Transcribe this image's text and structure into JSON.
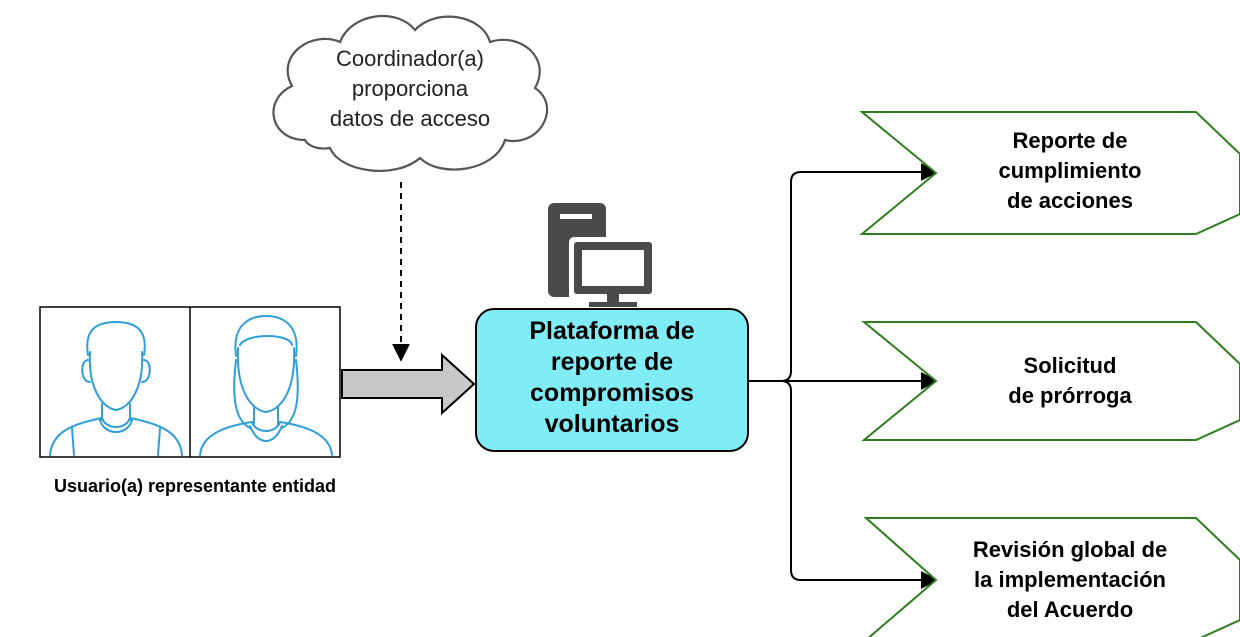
{
  "cloud": {
    "lines": [
      "Coordinador(a)",
      "proporciona",
      "datos de acceso"
    ]
  },
  "platform": {
    "lines": [
      "Plataforma de",
      "reporte de",
      "compromisos",
      "voluntarios"
    ]
  },
  "users": {
    "caption": "Usuario(a) representante entidad"
  },
  "outputs": [
    {
      "lines": [
        "Reporte de",
        "cumplimiento",
        "de acciones"
      ]
    },
    {
      "lines": [
        "Solicitud",
        "de prórroga"
      ]
    },
    {
      "lines": [
        "Revisión global de",
        "la implementación",
        "del Acuerdo"
      ]
    }
  ],
  "colors": {
    "platform_fill": "#80ecf5",
    "output_border": "#2e7d1e",
    "person_line": "#2f9fd8",
    "computer": "#4a4a4a",
    "cloud_border": "#555555",
    "block_arrow_fill": "#c8c8c8"
  }
}
